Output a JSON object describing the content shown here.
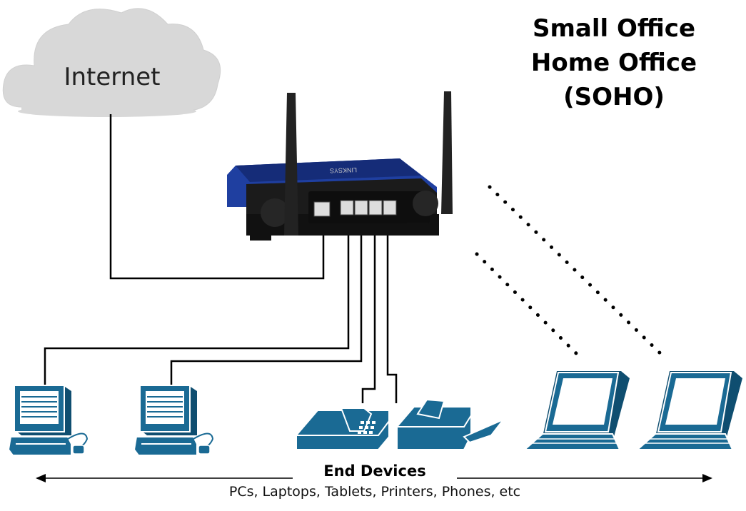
{
  "title": {
    "line1": "Small Office",
    "line2": "Home Office",
    "line3": "(SOHO)"
  },
  "cloud": {
    "label": "Internet"
  },
  "router": {
    "brand_text": "LINKSYS"
  },
  "end_devices": {
    "label": "End Devices",
    "subtitle": "PCs, Laptops, Tablets, Printers, Phones, etc"
  },
  "colors": {
    "device_blue": "#1a6a94",
    "device_blue_dark": "#0f4e70",
    "router_blue": "#1f3fa0",
    "router_black": "#1b1b1b",
    "cloud_gray": "#d8d8d8",
    "cable_black": "#000000"
  },
  "icons": [
    "cloud-icon",
    "wireless-router-icon",
    "desktop-pc-icon",
    "phone-icon",
    "printer-icon",
    "laptop-icon",
    "double-arrow-icon"
  ]
}
